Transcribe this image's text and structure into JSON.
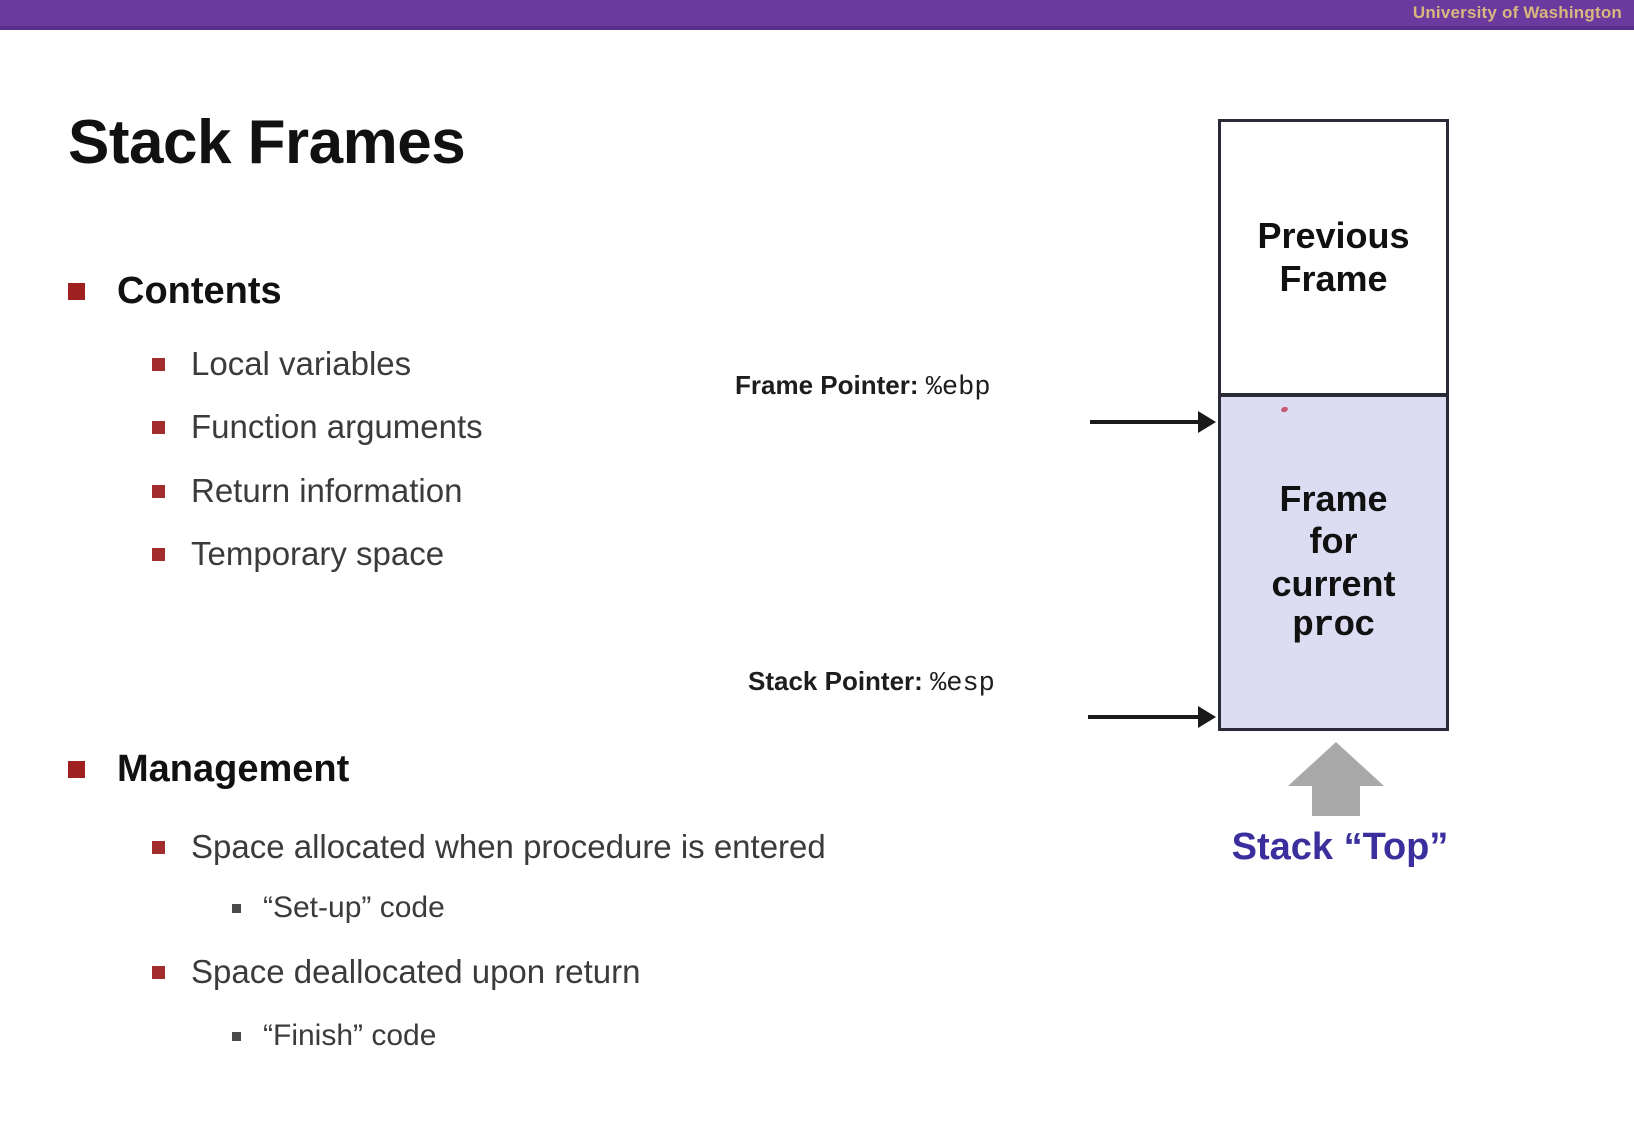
{
  "header": {
    "brand": "University of Washington",
    "bar_color": "#6a3a9e",
    "brand_color": "#d9b77f"
  },
  "slide": {
    "title": "Stack Frames",
    "sections": [
      {
        "heading": "Contents",
        "items": [
          {
            "text": "Local variables"
          },
          {
            "text": "Function arguments"
          },
          {
            "text": "Return information"
          },
          {
            "text": "Temporary space"
          }
        ]
      },
      {
        "heading": "Management",
        "items": [
          {
            "text": "Space allocated when procedure is entered",
            "subitems": [
              {
                "text": "“Set-up” code"
              }
            ]
          },
          {
            "text": "Space deallocated upon return",
            "subitems": [
              {
                "text": "“Finish” code"
              }
            ]
          }
        ]
      }
    ]
  },
  "diagram": {
    "previous_frame": {
      "line1": "Previous",
      "line2": "Frame",
      "fill": "#ffffff"
    },
    "current_frame": {
      "line1": "Frame",
      "line2": "for",
      "line3": "current",
      "line4": "proc",
      "fill": "#dcdcf2"
    },
    "frame_pointer": {
      "label": "Frame Pointer:",
      "register": "%ebp"
    },
    "stack_pointer": {
      "label": "Stack Pointer:",
      "register": "%esp"
    },
    "stack_top": {
      "label": "Stack “Top”",
      "color": "#3b2f9e",
      "arrow_color": "#a8a8a8"
    },
    "bullet_color": "#9e2020",
    "border_color": "#2a2a38"
  }
}
